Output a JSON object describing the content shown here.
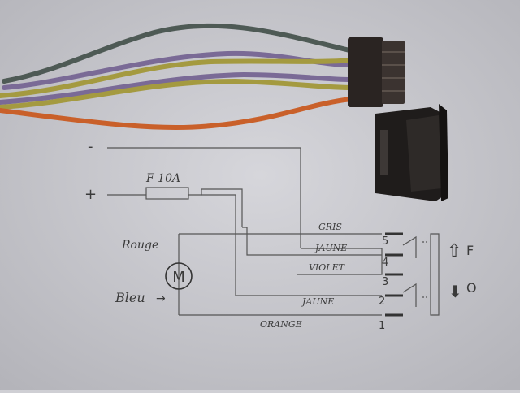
{
  "supply": {
    "minus": "-",
    "plus": "+",
    "fuse": "F 10A"
  },
  "motor": {
    "symbol": "M",
    "label_top": "Rouge",
    "label_bottom": "Bleu"
  },
  "wires": {
    "gris": "GRIS",
    "jaune_top": "JAUNE",
    "violet": "VIOLET",
    "jaune_bottom": "JAUNE",
    "orange": "ORANGE"
  },
  "pins": [
    "5",
    "4",
    "3",
    "2",
    "1"
  ],
  "switch_positions": {
    "up": "F",
    "down": "O"
  },
  "colors": {
    "paper": "#cfcfd4",
    "ink": "#3a3a3a",
    "wire_green": "#4e5a55",
    "wire_violet": "#7a6a96",
    "wire_yellow": "#a49a40",
    "wire_orange": "#c9602a",
    "connector": "#2a2422"
  }
}
